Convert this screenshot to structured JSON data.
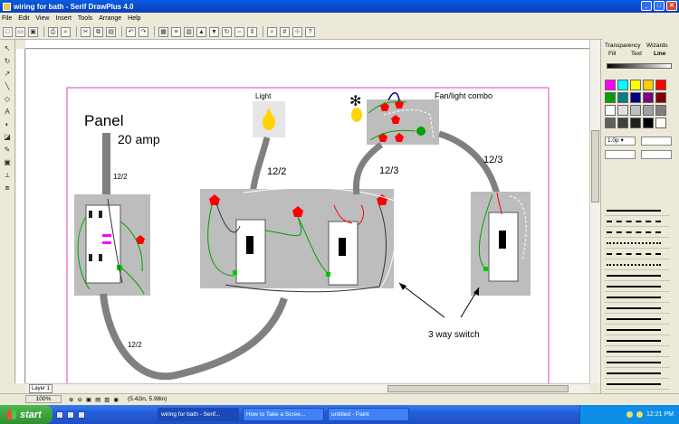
{
  "window": {
    "title": "wiring for bath - Serif DrawPlus 4.0"
  },
  "menu": [
    "File",
    "Edit",
    "View",
    "Insert",
    "Tools",
    "Arrange",
    "Help"
  ],
  "right_panel": {
    "tab_top_left": "Transparency",
    "tab_top_right": "Wizards",
    "tab_fill": "Fill",
    "tab_text": "Text",
    "tab_line": "Line",
    "line_width": "1.0p",
    "swatch_colors": [
      "#ff00ff",
      "#00ffff",
      "#ffff00",
      "#ffcc00",
      "#ff0000",
      "#00a000",
      "#008080",
      "#000080",
      "#800080",
      "#800000",
      "#ffffff",
      "#e0e0e0",
      "#c0c0c0",
      "#a0a0a0",
      "#808080",
      "#606060",
      "#404040",
      "#202020",
      "#000000",
      "#ffffff"
    ]
  },
  "diagram": {
    "panel_label": "Panel",
    "amp_label": "20 amp",
    "cable_panel": "12/2",
    "cable_bottom": "12/2",
    "cable_light": "12/2",
    "cable_mid": "12/3",
    "cable_right": "12/3",
    "light_label": "Light",
    "fan_label": "Fan/light combo",
    "switch_label": "3 way switch"
  },
  "status": {
    "zoom": "100%",
    "coords": "(5.42in, 5.98in)"
  },
  "page_tab": "Layer 1",
  "taskbar": {
    "start": "start",
    "tasks": [
      "wiring for bath - Serif...",
      "How to Take a Scree...",
      "untitled - Paint"
    ],
    "clock": "12:21 PM"
  },
  "colors": {
    "cable": "#808080",
    "box": "#bdbdbd",
    "wire_green": "#00a000",
    "wire_red": "#ff0000",
    "pentagon": "#ff0000",
    "page_border": "#e040c0"
  }
}
